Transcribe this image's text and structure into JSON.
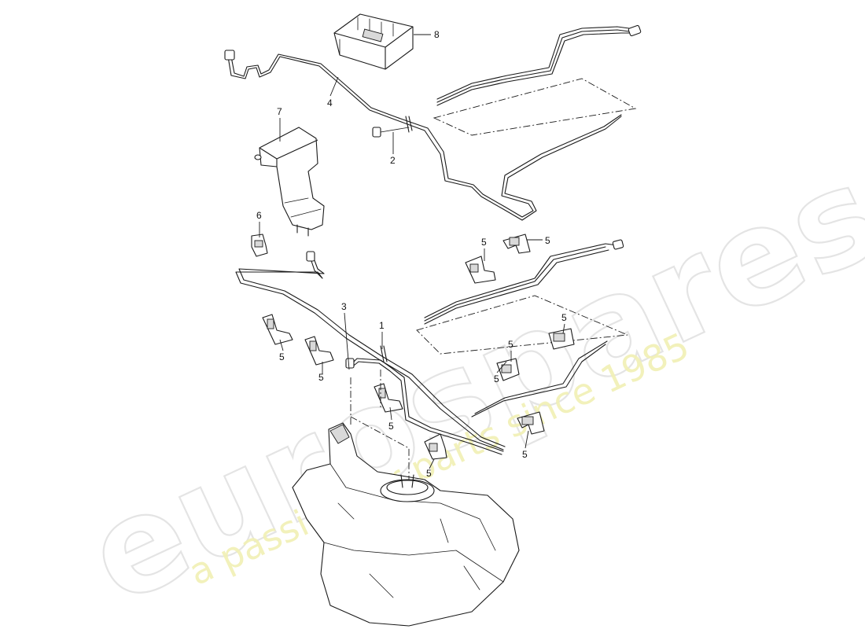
{
  "watermark": {
    "brand": "eurospares",
    "tagline": "a passion for parts since 1985"
  },
  "callouts": {
    "c1": "1",
    "c2": "2",
    "c3": "3",
    "c4": "4",
    "c5": "5",
    "c6": "6",
    "c7": "7",
    "c8": "8"
  }
}
